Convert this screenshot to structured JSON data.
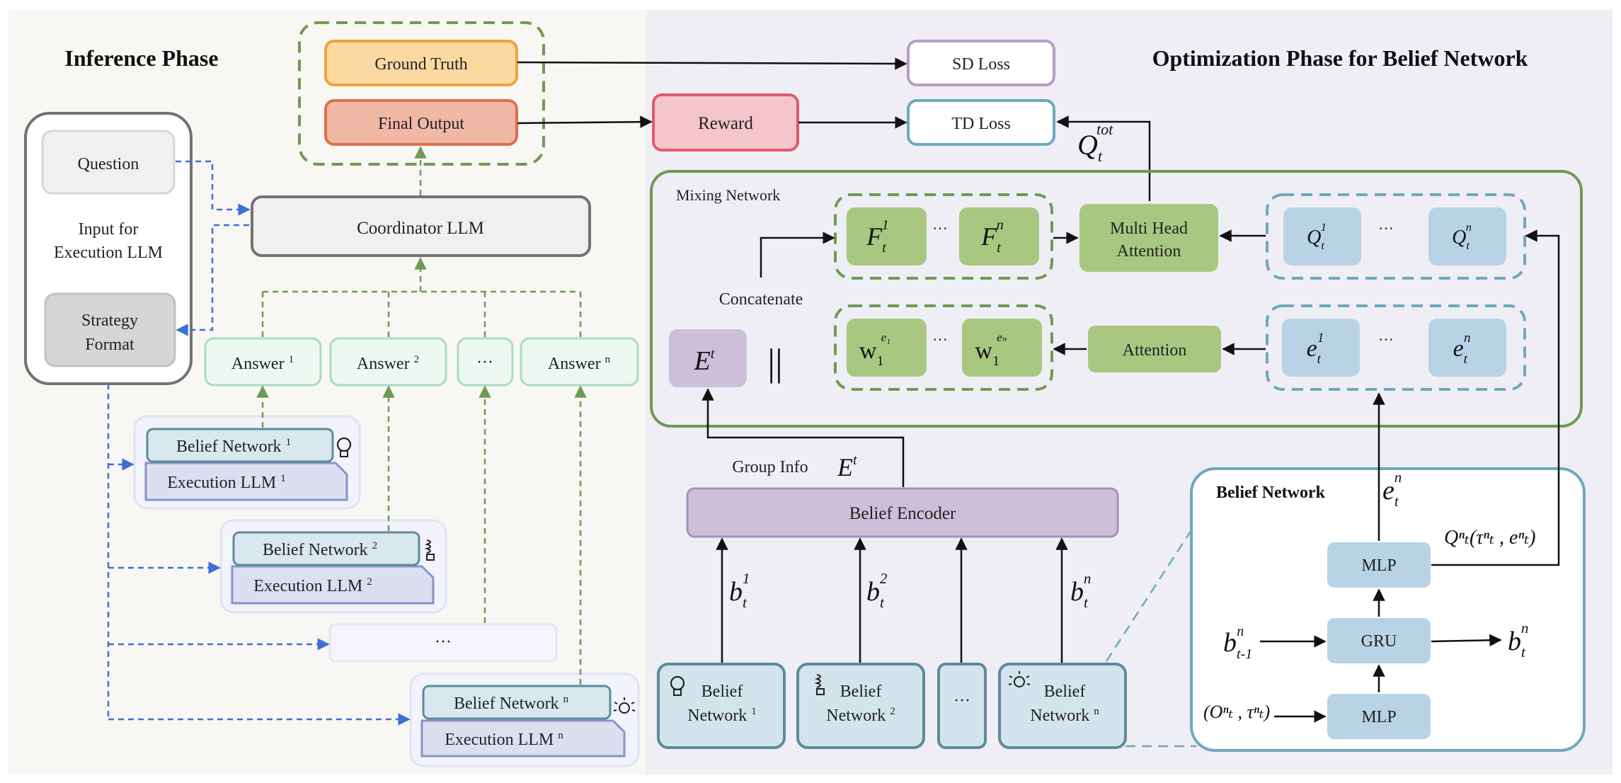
{
  "left_title": "Inference Phase",
  "right_title": "Optimization Phase for Belief Network",
  "input_panel": {
    "question": "Question",
    "caption_line1": "Input for",
    "caption_line2": "Execution LLM",
    "strategy_line1": "Strategy",
    "strategy_line2": "Format"
  },
  "top_group": {
    "ground_truth": "Ground Truth",
    "final_output": "Final Output"
  },
  "coordinator": "Coordinator LLM",
  "answers": [
    {
      "label": "Answer",
      "sup": "1"
    },
    {
      "label": "Answer",
      "sup": "2"
    },
    {
      "label": "···",
      "sup": ""
    },
    {
      "label": "Answer",
      "sup": "n"
    }
  ],
  "agents": [
    {
      "belief": "Belief Network",
      "exec": "Execution LLM",
      "sup": "1",
      "icon": "lightbulb-icon"
    },
    {
      "belief": "Belief Network",
      "exec": "Execution LLM",
      "sup": "2",
      "icon": "cfl-bulb-icon"
    },
    {
      "belief": "Belief Network",
      "exec": "Execution LLM",
      "sup": "n",
      "icon": "glowing-bulb-icon"
    }
  ],
  "agent_ellipsis": "···",
  "losses": {
    "sd": "SD Loss",
    "td": "TD Loss",
    "reward": "Reward"
  },
  "q_tot": {
    "base": "Q",
    "sub": "t",
    "sup": "tot"
  },
  "mixing": {
    "title": "Mixing Network",
    "concatenate": "Concatenate",
    "e_token": {
      "base": "E",
      "sup": "t"
    },
    "concat_op": "||",
    "f_tokens": [
      {
        "base": "F",
        "sub": "t",
        "sup": "1"
      },
      {
        "base": "F",
        "sub": "t",
        "sup": "n"
      }
    ],
    "w_tokens": [
      {
        "base": "w",
        "sub": "1",
        "sup": "e₁"
      },
      {
        "base": "w",
        "sub": "1",
        "sup": "eₙ"
      }
    ],
    "q_tokens": [
      {
        "base": "Q",
        "sub": "t",
        "sup": "1"
      },
      {
        "base": "Q",
        "sub": "t",
        "sup": "n"
      }
    ],
    "e_tokens": [
      {
        "base": "e",
        "sub": "t",
        "sup": "1"
      },
      {
        "base": "e",
        "sub": "t",
        "sup": "n"
      }
    ],
    "mha_line1": "Multi Head",
    "mha_line2": "Attention",
    "attention": "Attention",
    "ellipsis": "···"
  },
  "group_info": "Group Info",
  "group_e": {
    "base": "E",
    "sup": "t"
  },
  "belief_encoder": "Belief Encoder",
  "b_labels": [
    {
      "base": "b",
      "sub": "t",
      "sup": "1"
    },
    {
      "base": "b",
      "sub": "t",
      "sup": "2"
    },
    {
      "base": "b",
      "sub": "t",
      "sup": "n"
    }
  ],
  "bottom_nodes": [
    {
      "line1": "Belief",
      "line2": "Network",
      "sup": "1",
      "icon": "lightbulb-icon"
    },
    {
      "line1": "Belief",
      "line2": "Network",
      "sup": "2",
      "icon": "cfl-bulb-icon"
    },
    {
      "line1": "···",
      "line2": "",
      "sup": "",
      "icon": ""
    },
    {
      "line1": "Belief",
      "line2": "Network",
      "sup": "n",
      "icon": "glowing-bulb-icon"
    }
  ],
  "belief_panel": {
    "title": "Belief Network",
    "mlp_top": "MLP",
    "gru": "GRU",
    "mlp_bottom": "MLP",
    "e_out": {
      "base": "e",
      "sub": "t",
      "sup": "n"
    },
    "q_out": "Qⁿₜ(τⁿₜ , eⁿₜ)",
    "b_in": {
      "base": "b",
      "sub": "t-1",
      "sup": "n"
    },
    "b_out": {
      "base": "b",
      "sub": "t",
      "sup": "n"
    },
    "obs_in": "(Oⁿₜ , τⁿₜ)"
  },
  "colors": {
    "left_bg": "#f8f7f3",
    "right_bg": "#efeef4",
    "green_dash": "#6f9a56",
    "blue_dash": "#3f6fd4",
    "ground_truth_fill": "#fbd9a1",
    "ground_truth_stroke": "#eda43b",
    "final_output_fill": "#f0b8a5",
    "final_output_stroke": "#e06f4c",
    "reward_fill": "#f4c5cb",
    "reward_stroke": "#e05a6c",
    "sd_stroke": "#b59ec9",
    "td_stroke": "#6fa8be",
    "mixing_stroke": "#6f9a56",
    "f_fill": "#a8c881",
    "mha_fill": "#a8c881",
    "q_fill": "#b8d3e5",
    "belief_encoder_fill": "#cdbfd9",
    "belief_encoder_stroke": "#a790bd",
    "answer_fill": "#eef8f2",
    "answer_stroke": "#a8dcc0",
    "belief_fill": "#d9e7ee",
    "belief_stroke": "#5c8c9c",
    "exec_fill": "#dcdff0",
    "exec_stroke": "#8893c8",
    "node_fill": "#d4e4ec",
    "node_stroke": "#5c8c9c",
    "panel_stroke": "#6fa8be",
    "mlp_fill": "#b8d3e5"
  }
}
